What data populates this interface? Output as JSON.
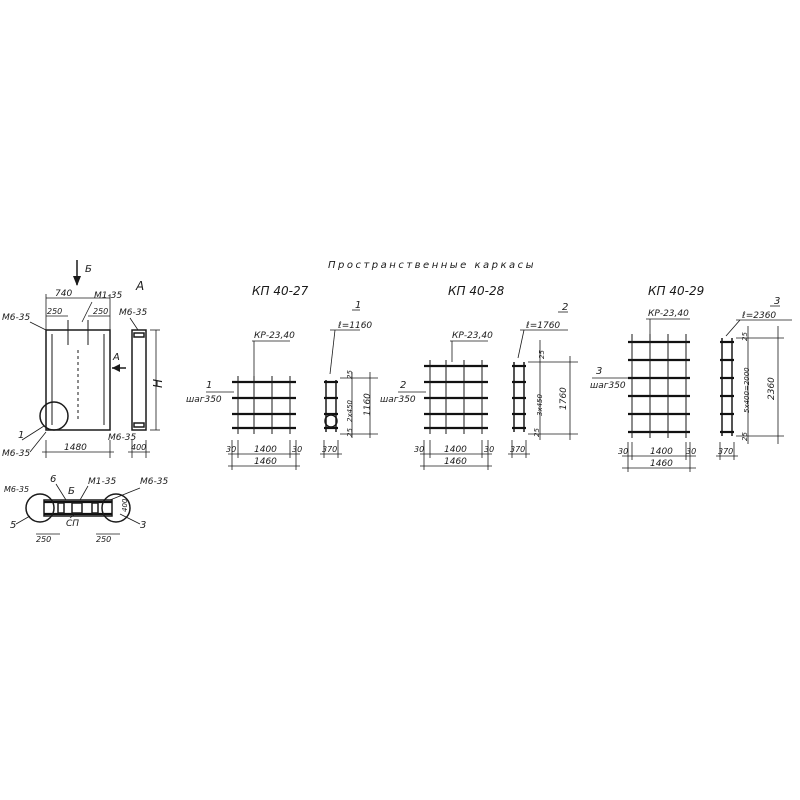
{
  "title": "Пространственные каркасы",
  "assembly": {
    "section_mark": "Б",
    "view_mark": "А",
    "dim_top": "740",
    "dim_top_left": "250",
    "dim_top_right": "250",
    "dim_width": "1480",
    "dim_depth": "400",
    "height_label": "Н",
    "label_m6_tl": "М6-35",
    "label_m1": "М1-35",
    "label_m6_tr": "М6-35",
    "label_m6_bl": "М6-35",
    "label_m6_br": "М6-35",
    "callout_1": "1",
    "plan": {
      "title": "Б",
      "m6_left": "М6-35",
      "m1": "М1-35",
      "m6_right": "М6-35",
      "callout_5": "5",
      "callout_6": "6",
      "callout_3": "3",
      "cp": "СП",
      "dim_left": "250",
      "dim_right": "250",
      "dim_depth": "400"
    }
  },
  "frames": [
    {
      "title": "КП 40-27",
      "kr_label": "КР-23,40",
      "callout": "1",
      "callout_side": "1",
      "step_label": "шаг350",
      "length_label": "ℓ=1160",
      "dim_left": "30",
      "dim_mid": "1400",
      "dim_right": "30",
      "dim_total": "1460",
      "dim_depth": "370",
      "h_top": "25",
      "h_spacing": "2х450",
      "h_bottom": "25",
      "h_total": "1160"
    },
    {
      "title": "КП 40-28",
      "kr_label": "КР-23,40",
      "callout": "2",
      "callout_side": "2",
      "step_label": "шаг350",
      "length_label": "ℓ=1760",
      "dim_left": "30",
      "dim_mid": "1400",
      "dim_right": "30",
      "dim_total": "1460",
      "dim_depth": "370",
      "h_top": "25",
      "h_spacing": "3х450",
      "h_bottom": "25",
      "h_total": "1760"
    },
    {
      "title": "КП 40-29",
      "kr_label": "КР-23,40",
      "callout": "3",
      "callout_side": "3",
      "step_label": "шаг350",
      "length_label": "ℓ=2360",
      "dim_left": "30",
      "dim_mid": "1400",
      "dim_right": "30",
      "dim_total": "1460",
      "dim_depth": "370",
      "h_top": "25",
      "h_spacing": "5х400=2000",
      "h_bottom": "25",
      "h_total": "2360"
    }
  ]
}
